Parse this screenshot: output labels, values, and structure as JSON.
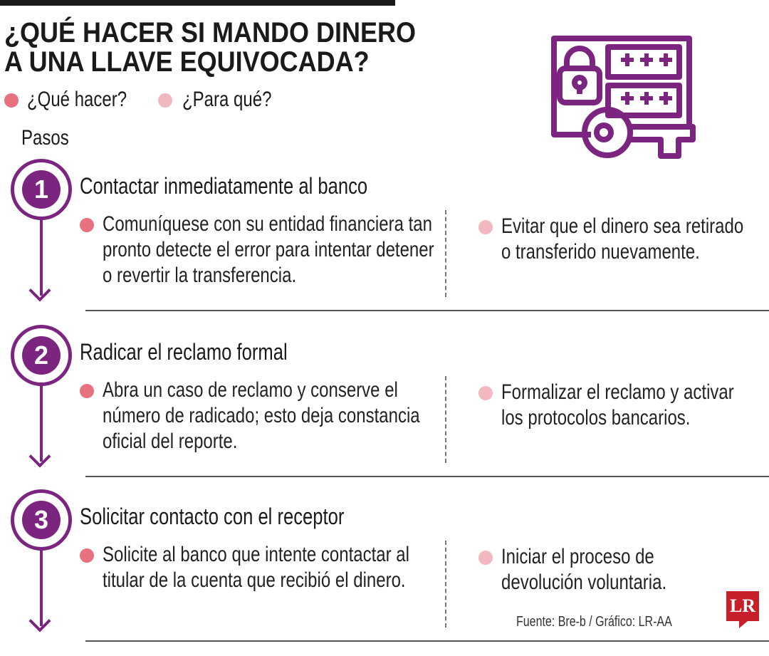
{
  "title": [
    "¿QUÉ HACER SI MANDO DINERO",
    "A UNA LLAVE EQUIVOCADA?"
  ],
  "legend": {
    "what": "¿Qué hacer?",
    "why": "¿Para qué?"
  },
  "steps_label": "Pasos",
  "colors": {
    "purple": "#7b2580",
    "what_dot": "#e8717f",
    "why_dot": "#f2b8c0",
    "logo_red": "#c8202a"
  },
  "steps": [
    {
      "number": "1",
      "title": "Contactar inmediatamente al banco",
      "what": [
        "Comuníquese con su entidad financiera tan",
        "pronto detecte el error para intentar detener",
        "o revertir la transferencia."
      ],
      "why": [
        "Evitar que el dinero sea retirado",
        "o transferido nuevamente."
      ]
    },
    {
      "number": "2",
      "title": "Radicar el reclamo formal",
      "what": [
        "Abra un caso de reclamo y conserve el",
        "número de radicado; esto deja constancia",
        "oficial del reporte."
      ],
      "why": [
        "Formalizar el reclamo y activar",
        "los protocolos bancarios."
      ]
    },
    {
      "number": "3",
      "title": "Solicitar contacto con el receptor",
      "what": [
        "Solicite al banco que intente contactar al",
        "titular de la cuenta que recibió el dinero."
      ],
      "why": [
        "Iniciar el proceso de",
        "devolución voluntaria."
      ]
    }
  ],
  "source": "Fuente: Bre-b / Gráfico: LR-AA",
  "logo": "LR",
  "icon": "lock-password-key-icon"
}
